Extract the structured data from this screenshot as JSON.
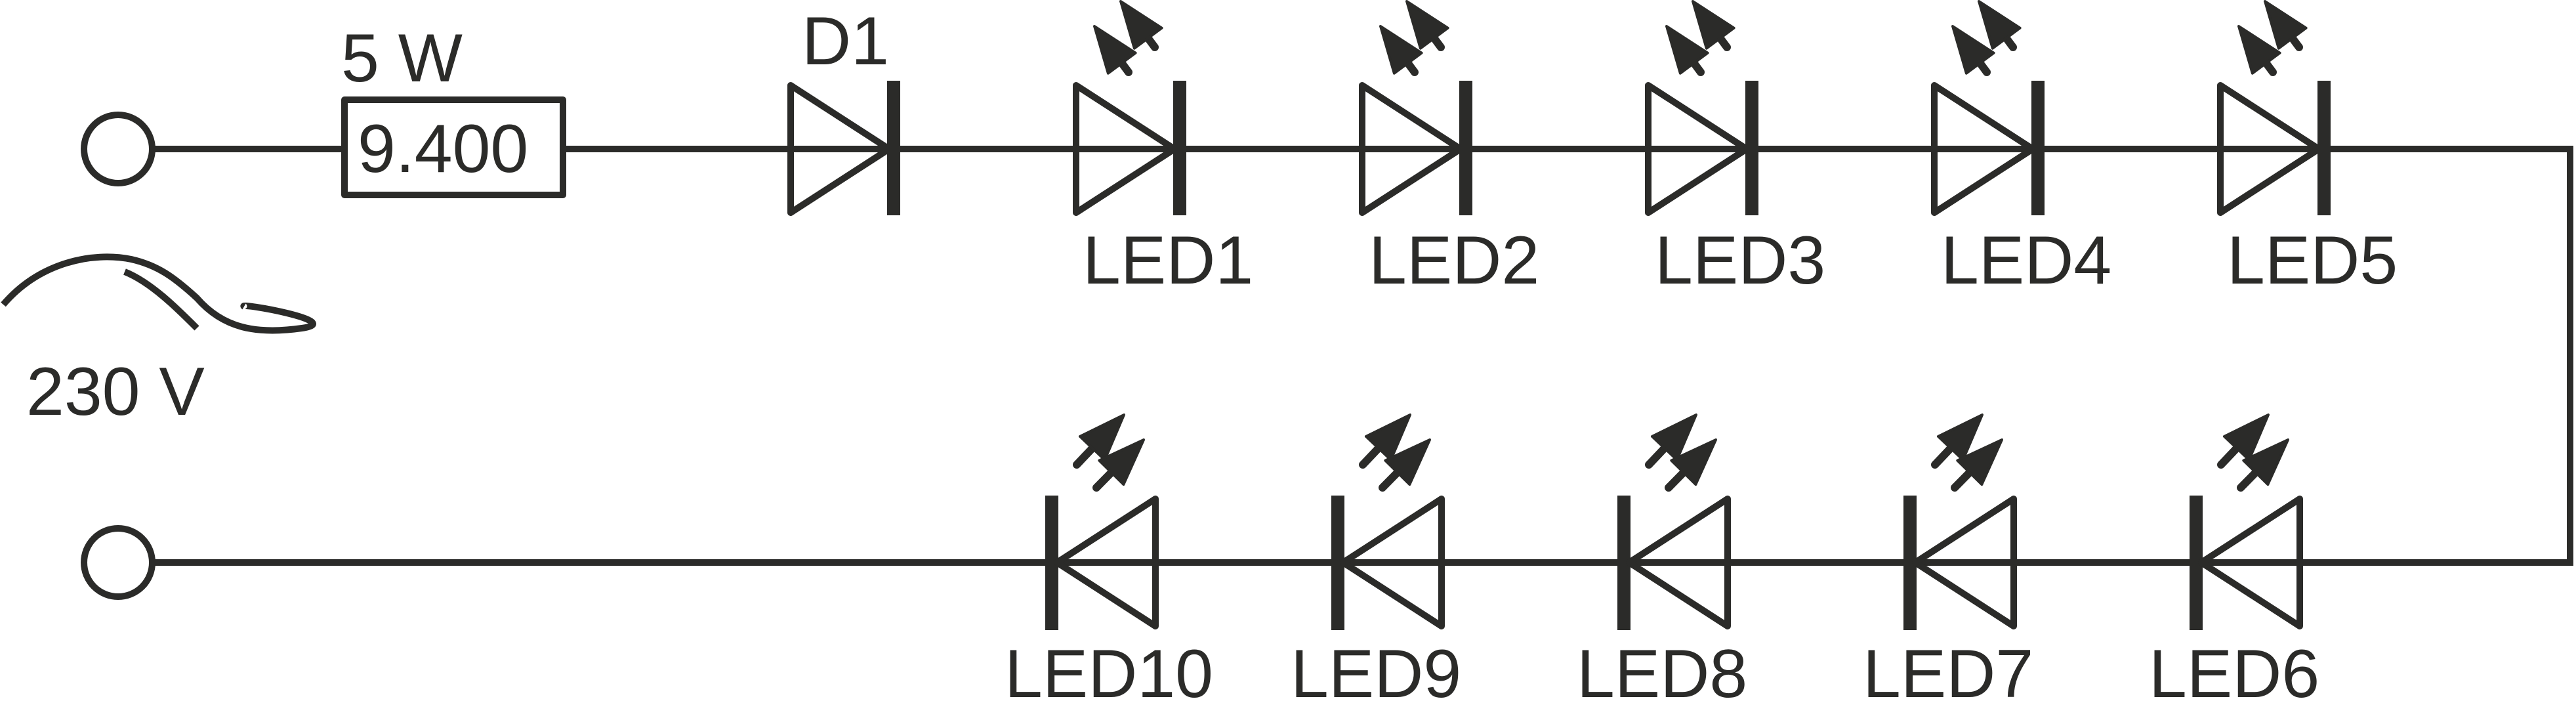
{
  "diagram": {
    "type": "circuit-schematic",
    "source": {
      "voltage_label": "230 V",
      "symbol": "ac-sine-wave"
    },
    "resistor": {
      "power_label": "5 W",
      "value_label": "9.400"
    },
    "rectifier": {
      "label": "D1"
    },
    "led_top_row": [
      {
        "label": "LED1"
      },
      {
        "label": "LED2"
      },
      {
        "label": "LED3"
      },
      {
        "label": "LED4"
      },
      {
        "label": "LED5"
      }
    ],
    "led_bottom_row": [
      {
        "label": "LED10"
      },
      {
        "label": "LED9"
      },
      {
        "label": "LED8"
      },
      {
        "label": "LED7"
      },
      {
        "label": "LED6"
      }
    ],
    "colors": {
      "ink": "#2b2b29",
      "background": "#ffffff"
    }
  }
}
